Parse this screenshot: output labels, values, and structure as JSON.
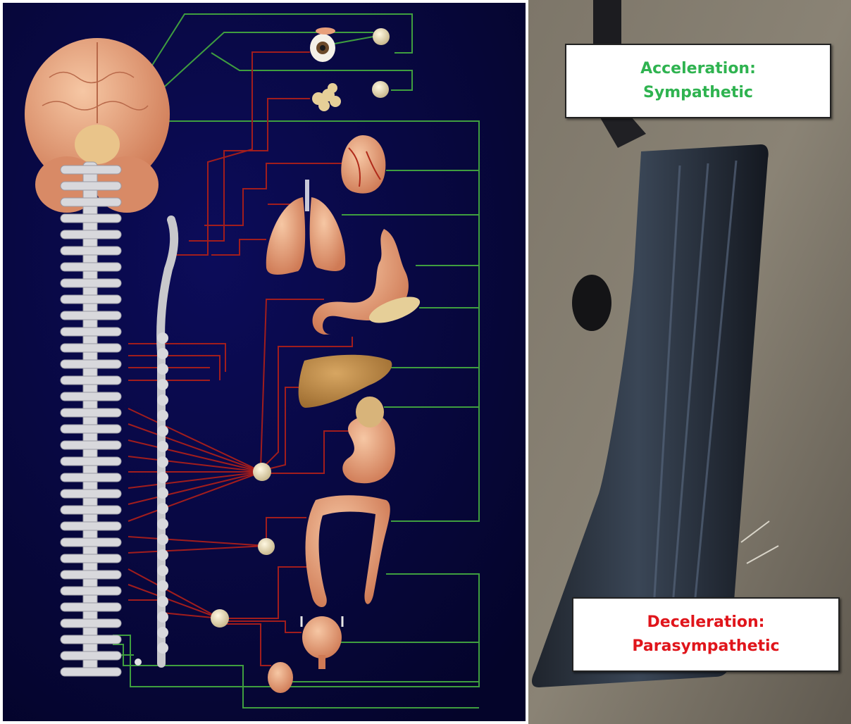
{
  "accelerator_label": {
    "line1": "Acceleration:",
    "line2": "Sympathetic",
    "color": "#2fb350"
  },
  "decelerator_label": {
    "line1": "Deceleration:",
    "line2": "Parasympathetic",
    "color": "#e0151b"
  },
  "colors": {
    "diagram_background": "#0a0a4a",
    "sympathetic_nerve": "#a11d1d",
    "parasympathetic_nerve": "#3f9e3f",
    "organ": "#e8a07a",
    "spine": "#d8d8dc",
    "ganglion": "#efe3c0"
  }
}
